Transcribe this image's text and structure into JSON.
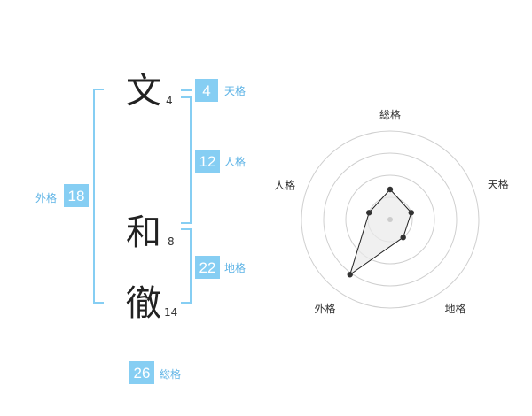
{
  "name": {
    "chars": [
      {
        "char": "文",
        "strokes": "4"
      },
      {
        "char": "和",
        "strokes": "8"
      },
      {
        "char": "徹",
        "strokes": "14"
      }
    ]
  },
  "kaku": {
    "tenkaku": {
      "value": "4",
      "label": "天格"
    },
    "jinkaku": {
      "value": "12",
      "label": "人格"
    },
    "chikaku": {
      "value": "22",
      "label": "地格"
    },
    "gaikaku": {
      "value": "18",
      "label": "外格"
    },
    "soukaku": {
      "value": "26",
      "label": "総格"
    }
  },
  "colors": {
    "accent": "#86cef3",
    "label": "#5fb4e6",
    "text": "#222222"
  },
  "chart_data": {
    "type": "radar",
    "axes": [
      "総格",
      "天格",
      "地格",
      "外格",
      "人格"
    ],
    "values": [
      0.34,
      0.25,
      0.25,
      0.77,
      0.25
    ],
    "rings": 4,
    "range": [
      0,
      1
    ]
  }
}
